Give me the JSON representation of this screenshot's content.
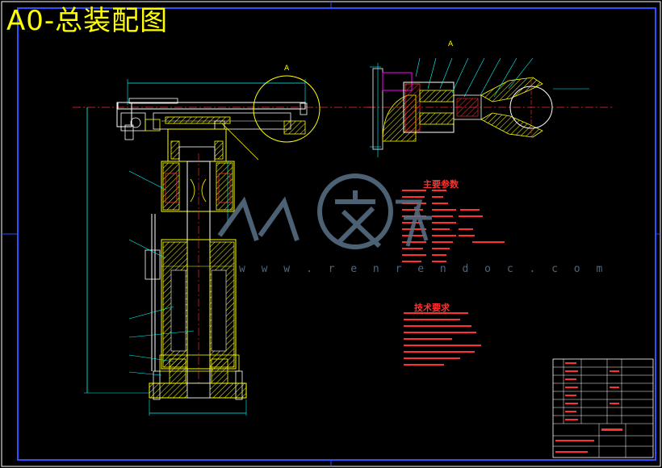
{
  "drawing": {
    "title": "A0-总装配图",
    "detail_mark_a_main": "A",
    "detail_mark_a_detail": "A",
    "params_title": "主要参数",
    "tech_title": "技术要求",
    "watermark_url": "w w w . r e n r e n d o c . c o m"
  },
  "colors": {
    "background": "#000000",
    "frame": "#3050ff",
    "outline": "#ffffff",
    "title": "#ffff00",
    "section": "#ffff00",
    "dimension": "#00ffff",
    "centerline": "#ff3030",
    "text": "#ff3030",
    "watermark": "#5a7288"
  }
}
